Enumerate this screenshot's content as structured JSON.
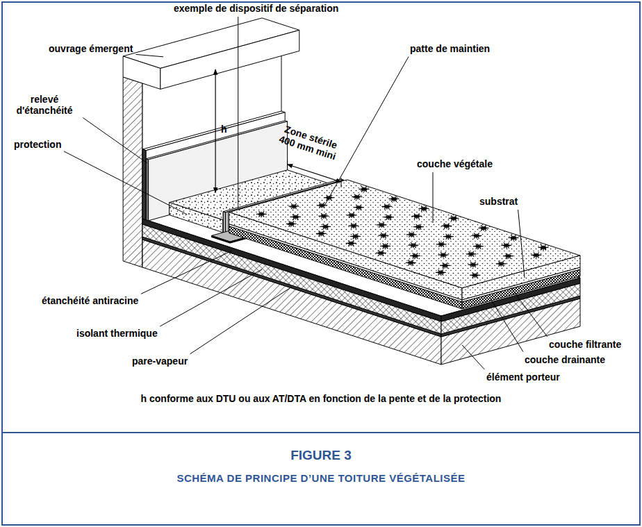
{
  "diagram": {
    "title": "FIGURE 3",
    "caption": "SCHÉMA DE PRINCIPE D’UNE TOITURE VÉGÉTALISÉE",
    "labels": [
      "exemple de dispositif de séparation",
      "ouvrage émergent",
      "Zone stérile 400 mm mini",
      "patte de maintien",
      "h",
      "relevé d'étanchéité",
      "couche végétale",
      "protection",
      "substrat",
      "couche filtrante",
      "étanchéité antiracine",
      "couche drainante",
      "isolant thermique",
      "élément porteur",
      "pare-vapeur",
      "h conforme aux DTU ou aux AT/DTA en fonction de la pente et de la protection"
    ]
  }
}
